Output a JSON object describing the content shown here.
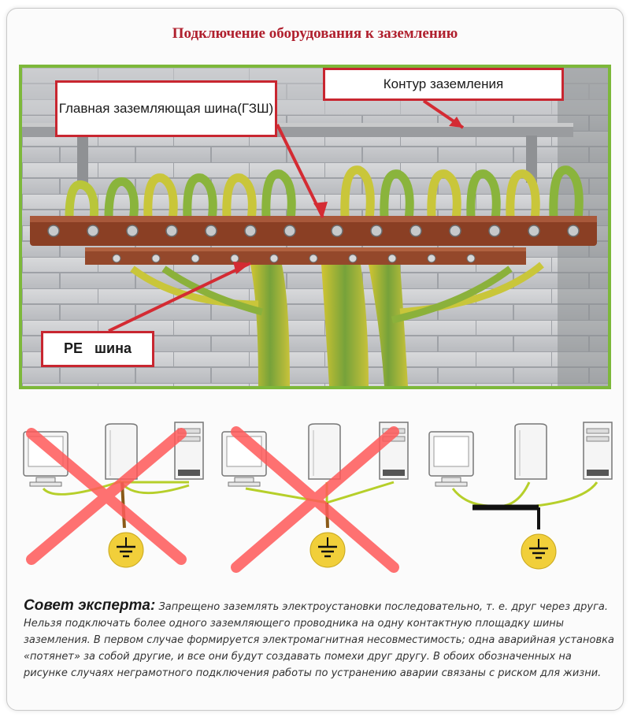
{
  "title": "Подключение оборудования к заземлению",
  "labels": {
    "main_bus": "Главная заземляющая шина(ГЗШ)",
    "ground_loop": "Контур заземления",
    "pe_bus": "PE   шина"
  },
  "advice": {
    "heading": "Совет эксперта:",
    "text": " Запрещено заземлять электроустановки последовательно, т. е. друг через друга. Нельзя подключать более одного заземляющего проводника на одну контактную площадку шины заземления. В первом случае формируется электромагнитная несовместимость; одна аварийная установка «потянет» за собой другие, и все они будут создавать помехи друг другу. В обоих обозначенных на рисунке случаях неграмотного подключения работы по устранению аварии связаны с риском для жизни."
  },
  "diagram": {
    "schemes": [
      {
        "id": "series",
        "crossed": true
      },
      {
        "id": "shared-terminal",
        "crossed": true
      },
      {
        "id": "correct",
        "crossed": false
      }
    ],
    "colors": {
      "cross": "#ff5a5a",
      "wire": "#b6cf2a",
      "ground_symbol": "#f1cf3a",
      "ground_wire": "#8a5a18"
    }
  },
  "colors": {
    "title": "#b0202e",
    "label_border": "#c82630",
    "photo_border": "#7db83a",
    "copper_bus": "#8a3f24"
  }
}
